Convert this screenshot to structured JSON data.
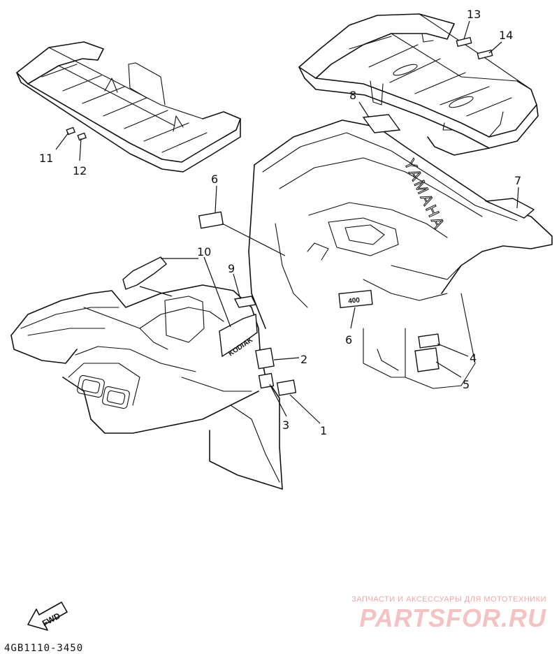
{
  "brand_emboss": "YAMAHA",
  "decal_texts": {
    "displacement": "400",
    "model": "KODIAK"
  },
  "fwd_label": "FWD",
  "part_code": "4GB1110-3450",
  "callouts": [
    {
      "id": "c1",
      "label": "1"
    },
    {
      "id": "c2",
      "label": "2"
    },
    {
      "id": "c3",
      "label": "3"
    },
    {
      "id": "c4",
      "label": "4"
    },
    {
      "id": "c5",
      "label": "5"
    },
    {
      "id": "c6a",
      "label": "6"
    },
    {
      "id": "c6b",
      "label": "6"
    },
    {
      "id": "c7",
      "label": "7"
    },
    {
      "id": "c8",
      "label": "8"
    },
    {
      "id": "c9",
      "label": "9"
    },
    {
      "id": "c10",
      "label": "10"
    },
    {
      "id": "c11",
      "label": "11"
    },
    {
      "id": "c12",
      "label": "12"
    },
    {
      "id": "c13",
      "label": "13"
    },
    {
      "id": "c14",
      "label": "14"
    }
  ],
  "watermark": {
    "tagline": "ЗАПЧАСТИ И АКСЕССУАРЫ ДЛЯ МОТОТЕХНИКИ",
    "logo": "PARTSFOR.RU",
    "color": "#f4c2c2"
  }
}
